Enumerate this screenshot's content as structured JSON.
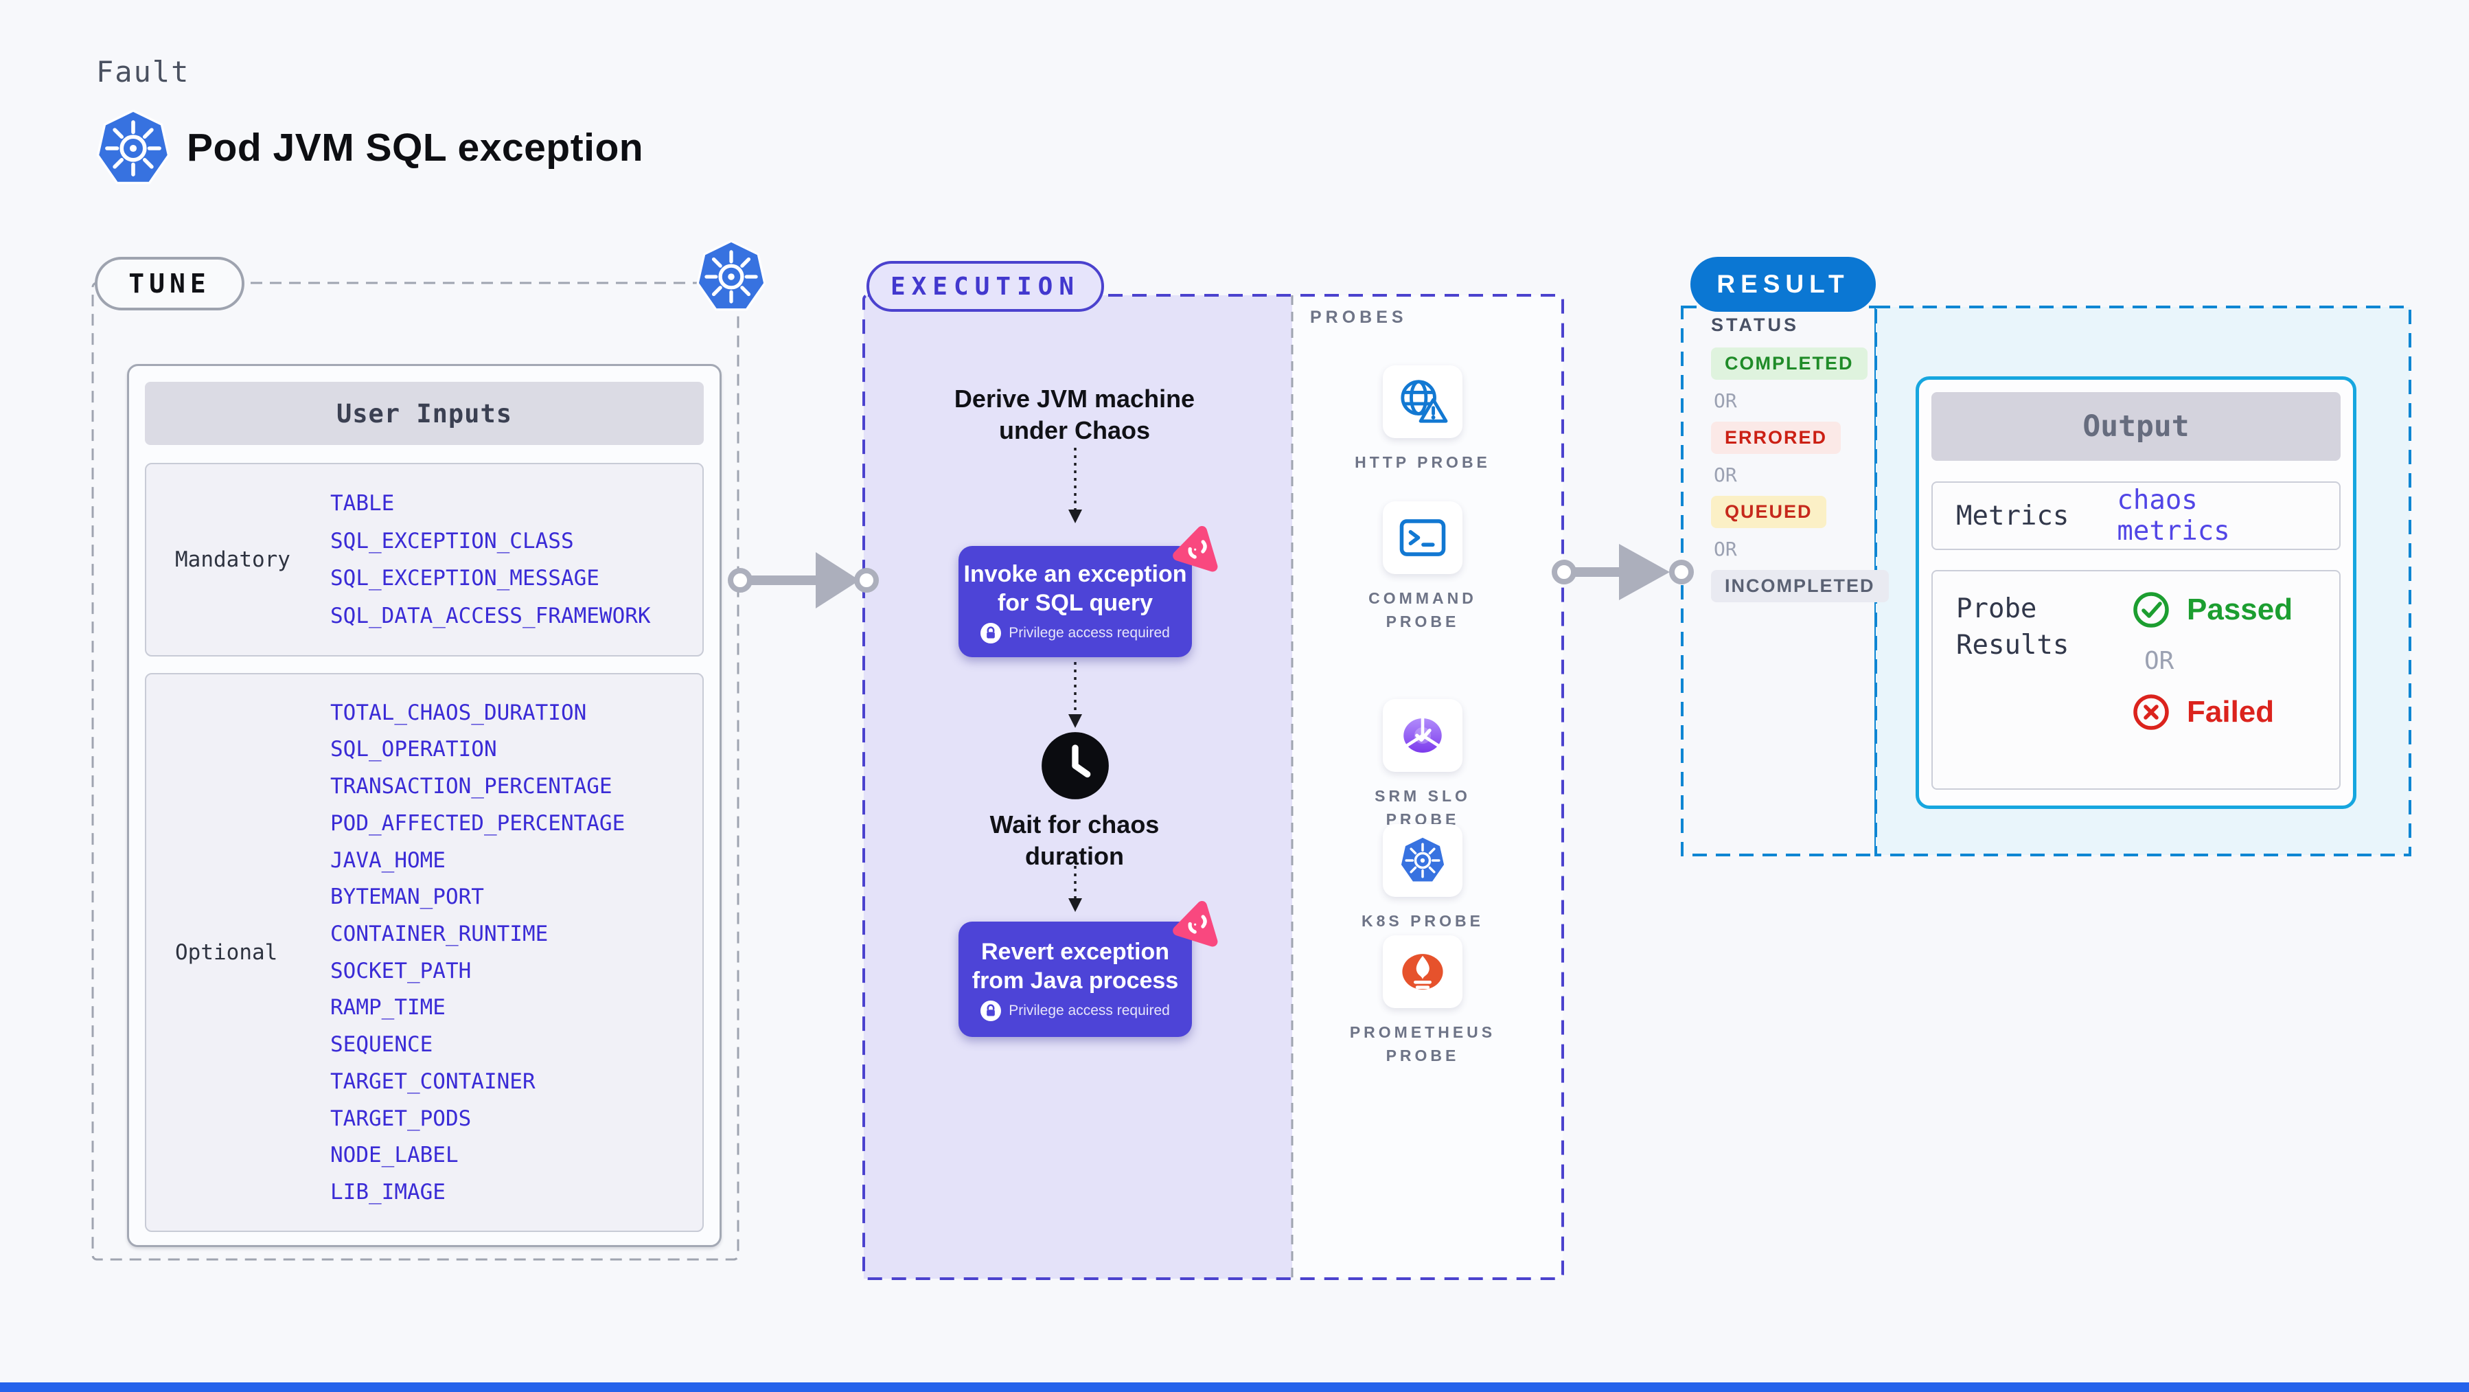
{
  "header": {
    "kicker": "Fault",
    "title": "Pod JVM SQL exception"
  },
  "tune": {
    "label": "TUNE",
    "card_title": "User Inputs",
    "groups": [
      {
        "label": "Mandatory",
        "items": [
          "TABLE",
          "SQL_EXCEPTION_CLASS",
          "SQL_EXCEPTION_MESSAGE",
          "SQL_DATA_ACCESS_FRAMEWORK"
        ]
      },
      {
        "label": "Optional",
        "items": [
          "TOTAL_CHAOS_DURATION",
          "SQL_OPERATION",
          "TRANSACTION_PERCENTAGE",
          "POD_AFFECTED_PERCENTAGE",
          "JAVA_HOME",
          "BYTEMAN_PORT",
          "CONTAINER_RUNTIME",
          "SOCKET_PATH",
          "RAMP_TIME",
          "SEQUENCE",
          "TARGET_CONTAINER",
          "TARGET_PODS",
          "NODE_LABEL",
          "LIB_IMAGE"
        ]
      }
    ]
  },
  "execution": {
    "label": "EXECUTION",
    "derive": "Derive JVM machine\nunder Chaos",
    "invoke_title": "Invoke an exception\nfor SQL query",
    "privilege": "Privilege access required",
    "wait": "Wait for chaos\nduration",
    "revert_title": "Revert exception\nfrom Java process"
  },
  "probes": {
    "label": "PROBES",
    "items": [
      {
        "label": "HTTP PROBE",
        "icon": "globe-alert-icon"
      },
      {
        "label": "COMMAND\nPROBE",
        "icon": "terminal-icon"
      },
      {
        "label": "SRM SLO\nPROBE",
        "icon": "slo-chart-icon"
      },
      {
        "label": "K8S PROBE",
        "icon": "kubernetes-icon"
      },
      {
        "label": "PROMETHEUS\nPROBE",
        "icon": "prometheus-icon"
      }
    ]
  },
  "result": {
    "label": "RESULT",
    "status_label": "STATUS",
    "or_label": "OR",
    "statuses": [
      {
        "text": "COMPLETED",
        "color": "#1F8B28"
      },
      {
        "text": "ERRORED",
        "color": "#CB2014"
      },
      {
        "text": "QUEUED",
        "color": "#C6291C"
      },
      {
        "text": "INCOMPLETED",
        "color": "#5A6173"
      }
    ],
    "output": {
      "title": "Output",
      "metrics_label": "Metrics",
      "metrics_value": "chaos metrics",
      "probe_results_label": "Probe\nResults",
      "passed_label": "Passed",
      "or_label": "OR",
      "failed_label": "Failed"
    }
  },
  "colors": {
    "accent_indigo": "#4D44D7",
    "lavender_bg": "#E4E2F9",
    "result_pill_blue": "#0B77D3",
    "result_dash_blue": "#0E86D3",
    "output_border_cyan": "#16A6DF",
    "light_blue_bg": "#E9F5FB",
    "input_item_blue": "#3A2BD6",
    "passed_green": "#1C9E30",
    "failed_red": "#DB231D",
    "chaos_pink": "#F9487F",
    "kubernetes_blue": "#3772E0",
    "prometheus_orange": "#E6522C",
    "footer_blue": "#2563EB"
  }
}
